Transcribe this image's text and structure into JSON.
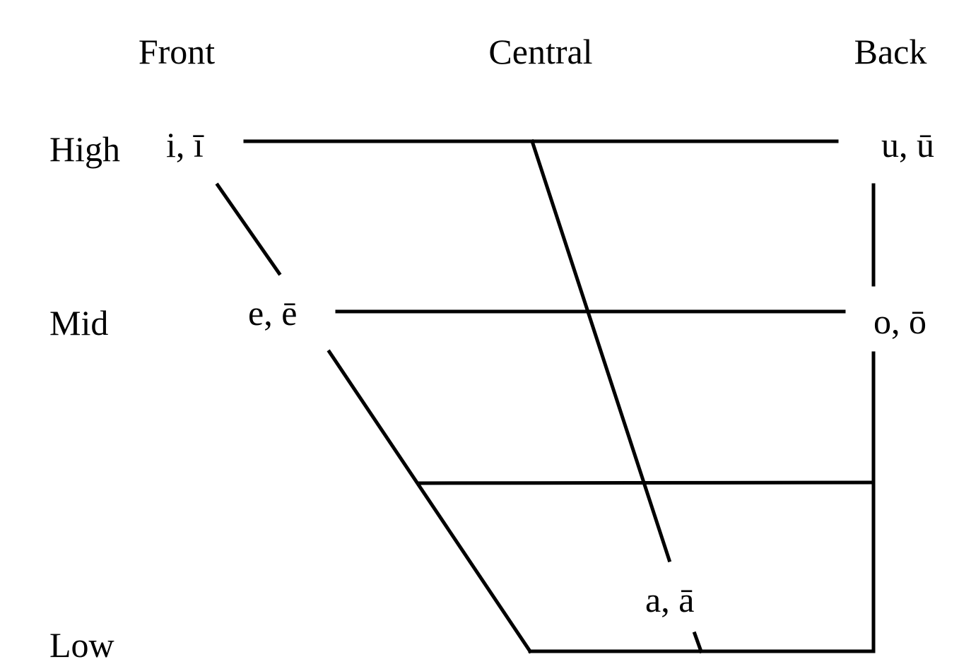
{
  "columns": {
    "front": "Front",
    "central": "Central",
    "back": "Back"
  },
  "rows": {
    "high": "High",
    "mid": "Mid",
    "low": "Low"
  },
  "vowels": {
    "high_front": "i, ī",
    "high_back": "u, ū",
    "mid_front": "e, ē",
    "mid_back": "o, ō",
    "low_central": "a, ā"
  },
  "colors": {
    "ink": "#000000",
    "background": "#ffffff"
  }
}
